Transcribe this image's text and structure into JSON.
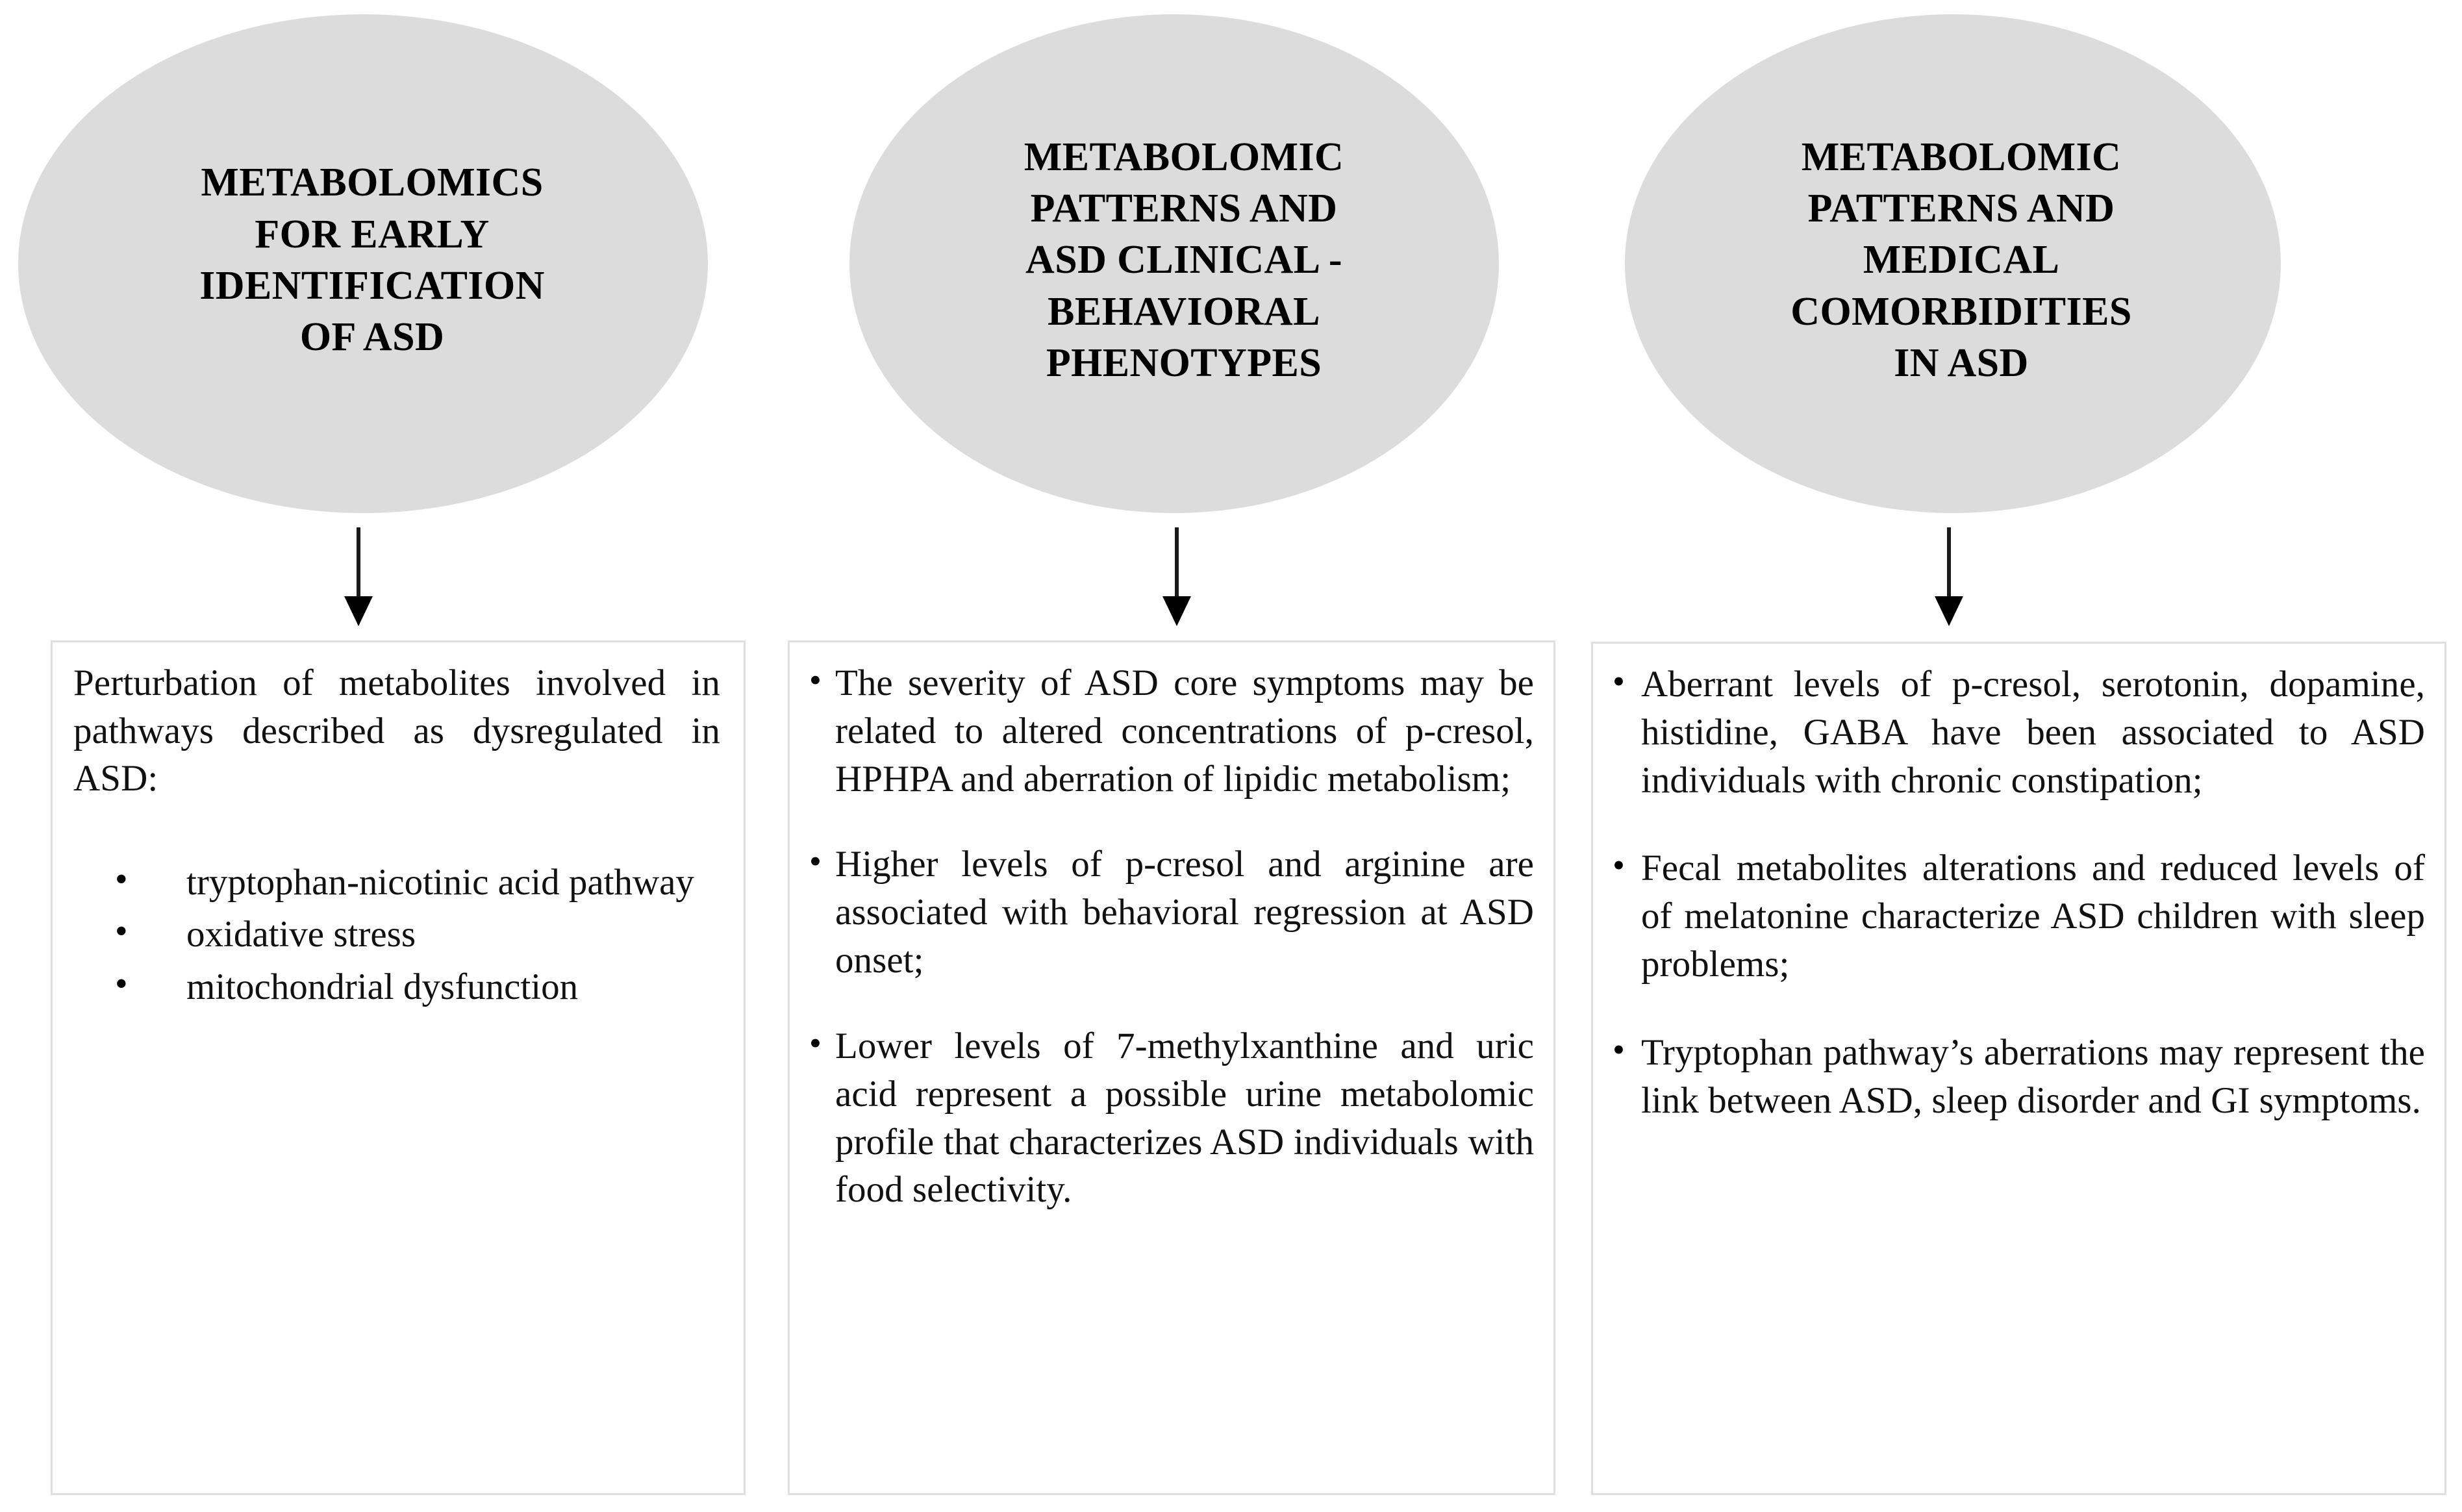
{
  "figure": {
    "type": "flow-diagram",
    "background_color": "#ffffff",
    "node_fill_color": "#dcdcdc",
    "box_border_color": "#dfdfdf",
    "text_color": "#111111"
  },
  "columns": [
    {
      "id": "early-identification",
      "ellipse": {
        "label": "METABOLOMICS\nFOR EARLY\nIDENTIFICATION\nOF ASD"
      },
      "arrow": {
        "direction": "down"
      },
      "box": {
        "intro": "Perturbation of metabolites involved in pathways described as dysregulated in ASD:",
        "list_style": "bulleted",
        "items": [
          "tryptophan-nicotinic acid pathway",
          "oxidative stress",
          "mitochondrial dysfunction"
        ]
      }
    },
    {
      "id": "clinical-behavioral-phenotypes",
      "ellipse": {
        "label": "METABOLOMIC\nPATTERNS AND\nASD CLINICAL -\nBEHAVIORAL\nPHENOTYPES"
      },
      "arrow": {
        "direction": "down"
      },
      "box": {
        "intro": "",
        "list_style": "bulleted",
        "items": [
          "The severity of ASD core symptoms may be related to altered concentrations of p-cresol, HPHPA and aberration of lipidic metabolism;",
          "Higher levels of p-cresol and arginine are associated with behavioral regression at ASD onset;",
          "Lower levels of 7-methylxanthine and uric acid represent a possible urine metabolomic profile that characterizes ASD individuals with food selectivity."
        ]
      }
    },
    {
      "id": "medical-comorbidities",
      "ellipse": {
        "label": "METABOLOMIC\nPATTERNS AND\nMEDICAL\nCOMORBIDITIES\nIN ASD"
      },
      "arrow": {
        "direction": "down"
      },
      "box": {
        "intro": "",
        "list_style": "bulleted",
        "items": [
          "Aberrant levels of p-cresol, serotonin, dopamine, histidine, GABA have been associated to ASD individuals with chronic constipation;",
          "Fecal metabolites alterations and reduced levels of of melatonine characterize ASD children with sleep problems;",
          "Tryptophan pathway’s aberrations may represent the link between ASD, sleep disorder and GI symptoms."
        ]
      }
    }
  ]
}
